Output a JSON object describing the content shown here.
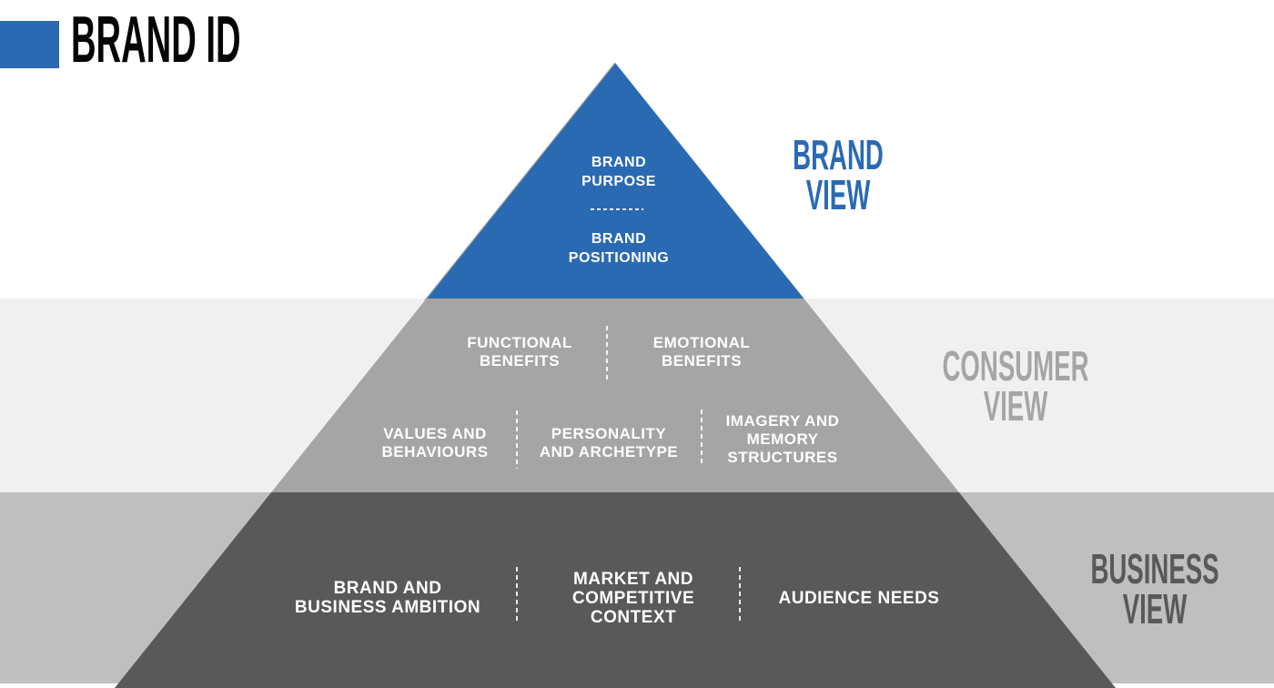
{
  "title": "BRAND ID",
  "colors": {
    "brand_blue": "#2a6ab3",
    "consumer_band_bg": "#f0f0f0",
    "business_band_bg": "#bfbfbf",
    "pyramid_consumer_gray": "#a5a5a5",
    "pyramid_business_gray": "#595959",
    "edge_shadow_gray": "#9b9b9b",
    "label_text_white": "#ffffff"
  },
  "views": {
    "brand": {
      "line1": "BRAND",
      "line2": "VIEW"
    },
    "consumer": {
      "line1": "CONSUMER",
      "line2": "VIEW"
    },
    "business": {
      "line1": "BUSINESS",
      "line2": "VIEW"
    }
  },
  "pyramid": {
    "brand_tier": {
      "purpose": {
        "line1": "BRAND",
        "line2": "PURPOSE"
      },
      "positioning": {
        "line1": "BRAND",
        "line2": "POSITIONING"
      }
    },
    "consumer_tier": {
      "functional": {
        "line1": "FUNCTIONAL",
        "line2": "BENEFITS"
      },
      "emotional": {
        "line1": "EMOTIONAL",
        "line2": "BENEFITS"
      },
      "values": {
        "line1": "VALUES AND",
        "line2": "BEHAVIOURS"
      },
      "personality": {
        "line1": "PERSONALITY",
        "line2": "AND ARCHETYPE"
      },
      "imagery": {
        "line1": "IMAGERY AND",
        "line2": "MEMORY",
        "line3": "STRUCTURES"
      }
    },
    "business_tier": {
      "ambition": {
        "line1": "BRAND AND",
        "line2": "BUSINESS AMBITION"
      },
      "market": {
        "line1": "MARKET AND",
        "line2": "COMPETITIVE",
        "line3": "CONTEXT"
      },
      "audience": {
        "line1": "AUDIENCE NEEDS"
      }
    }
  }
}
